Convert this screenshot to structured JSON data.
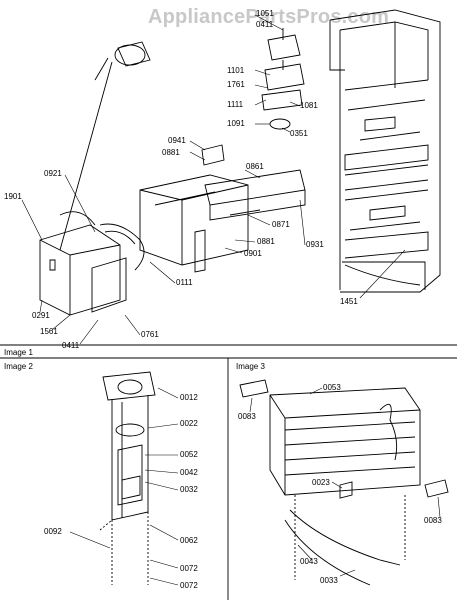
{
  "watermark": "AppliancePartsPros.com",
  "panels": {
    "image1": "Image 1",
    "image2": "Image 2",
    "image3": "Image 3"
  },
  "image1_labels": [
    "1051",
    "0411",
    "1101",
    "1761",
    "1111",
    "1081",
    "1091",
    "0351",
    "0941",
    "0881",
    "0921",
    "0861",
    "1901",
    "0871",
    "0931",
    "0881",
    "0901",
    "0111",
    "1451",
    "0291",
    "1561",
    "0761",
    "0411"
  ],
  "image2_labels": [
    "0012",
    "0022",
    "0052",
    "0042",
    "0032",
    "0092",
    "0062",
    "0072",
    "0072"
  ],
  "image3_labels": [
    "0083",
    "0053",
    "0023",
    "0083",
    "0043",
    "0033"
  ]
}
